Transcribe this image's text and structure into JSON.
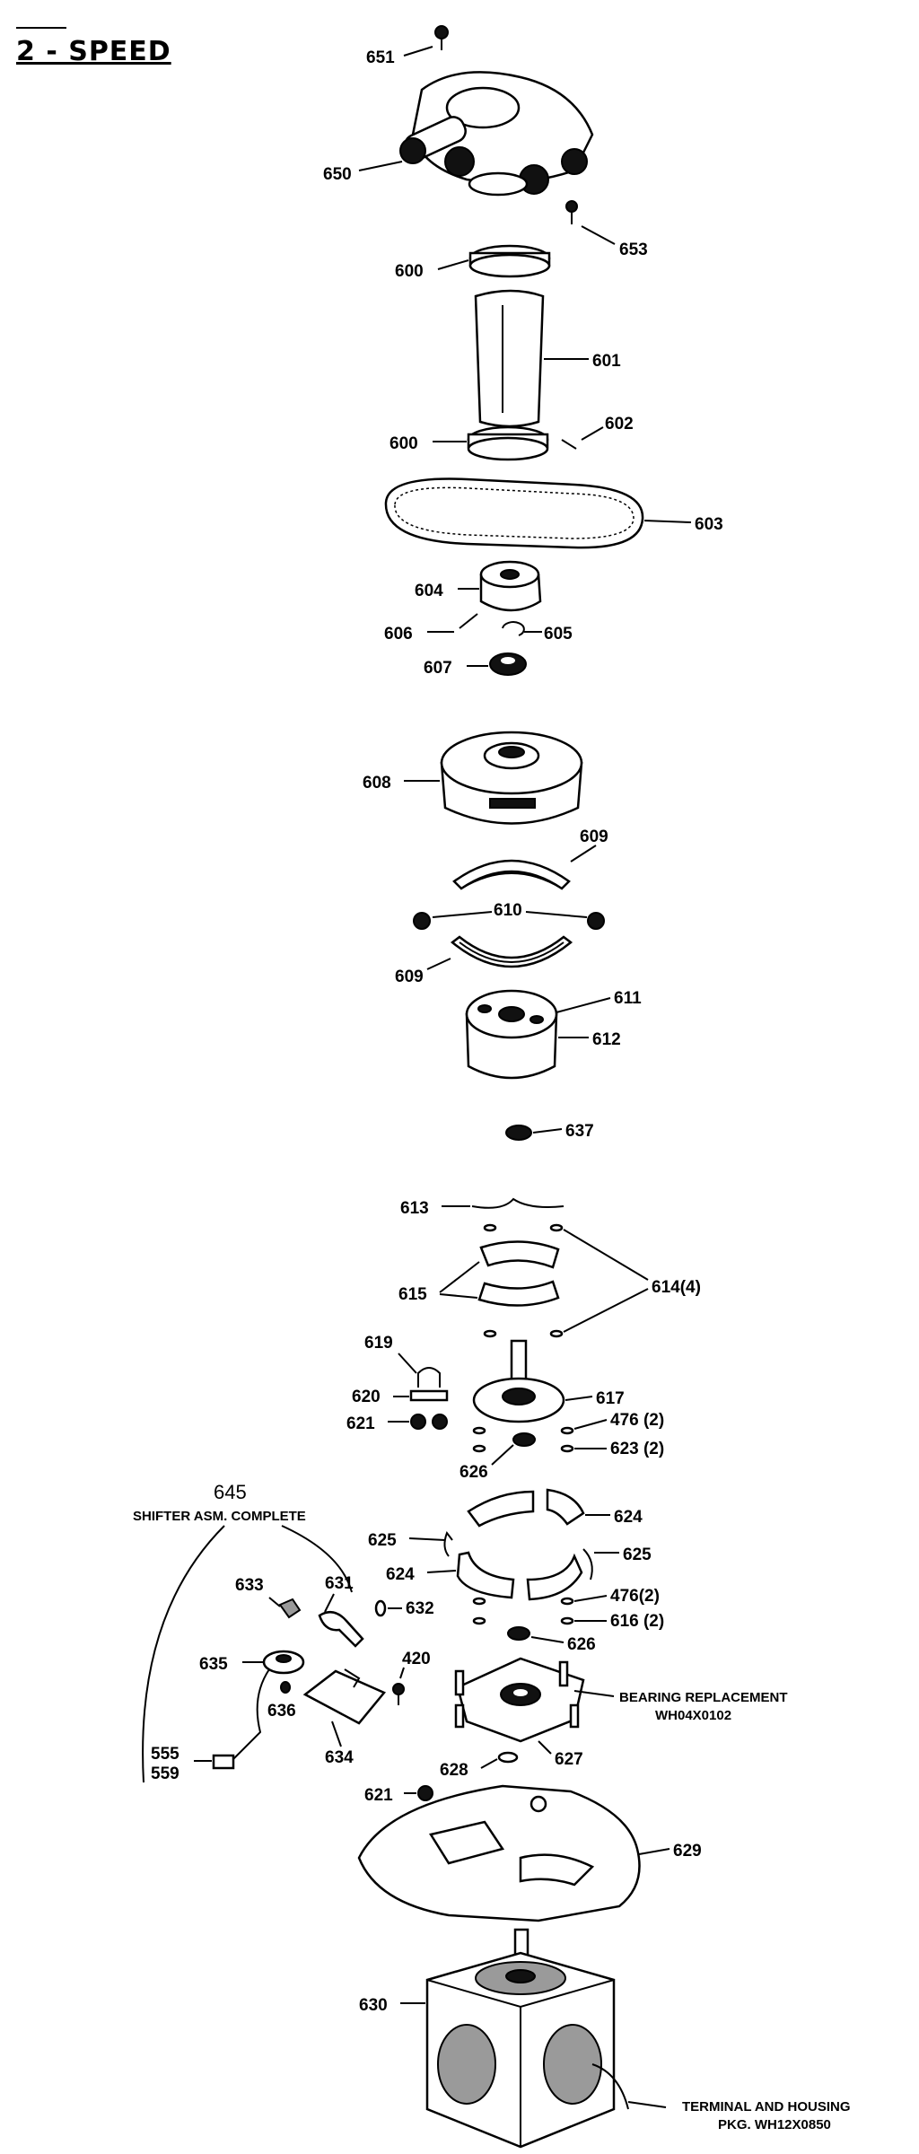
{
  "title": "2 - SPEED",
  "callouts": {
    "p651": "651",
    "p650": "650",
    "p653": "653",
    "p600a": "600",
    "p601": "601",
    "p600b": "600",
    "p602": "602",
    "p603": "603",
    "p604": "604",
    "p606": "606",
    "p605": "605",
    "p607": "607",
    "p608": "608",
    "p609a": "609",
    "p610": "610",
    "p609b": "609",
    "p611": "611",
    "p612": "612",
    "p637": "637",
    "p613": "613",
    "p615": "615",
    "p614": "614(4)",
    "p619": "619",
    "p620": "620",
    "p617": "617",
    "p621a": "621",
    "p476a": "476 (2)",
    "p626a": "626",
    "p623": "623 (2)",
    "p624a": "624",
    "p625a": "625",
    "p625b": "625",
    "p624b": "624",
    "p476b": "476(2)",
    "p616": "616 (2)",
    "p626b": "626",
    "p645": "645",
    "p645_desc": "SHIFTER ASM. COMPLETE",
    "p633": "633",
    "p631": "631",
    "p632": "632",
    "p635": "635",
    "p636": "636",
    "p420": "420",
    "p634": "634",
    "p555": "555",
    "p559": "559",
    "p627": "627",
    "p628": "628",
    "p621b": "621",
    "p629": "629",
    "p630": "630"
  },
  "notes": {
    "bearing_line1": "BEARING REPLACEMENT",
    "bearing_line2": "WH04X0102",
    "terminal_line1": "TERMINAL AND HOUSING",
    "terminal_line2": "PKG. WH12X0850"
  }
}
